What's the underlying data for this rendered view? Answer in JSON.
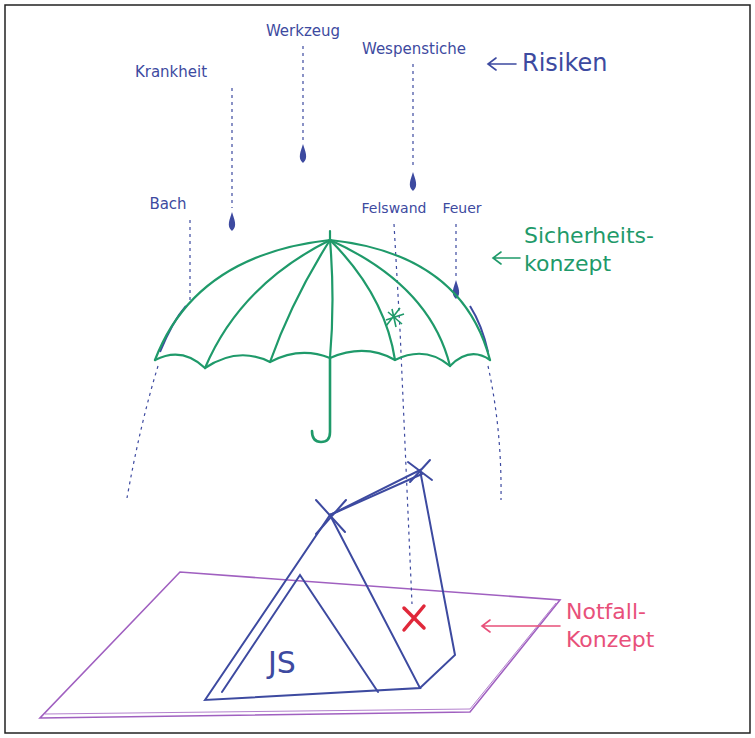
{
  "diagram": {
    "nodes": [
      {
        "text": [
          "JS"
        ]
      }
    ],
    "labels": [
      "Werkzeug",
      "Krankheit",
      "Wespenstiche",
      "Risiken",
      "Bach",
      "Felswand",
      "Feuer",
      "Sicherheits- konzept",
      "Notfall- Konzept"
    ]
  }
}
